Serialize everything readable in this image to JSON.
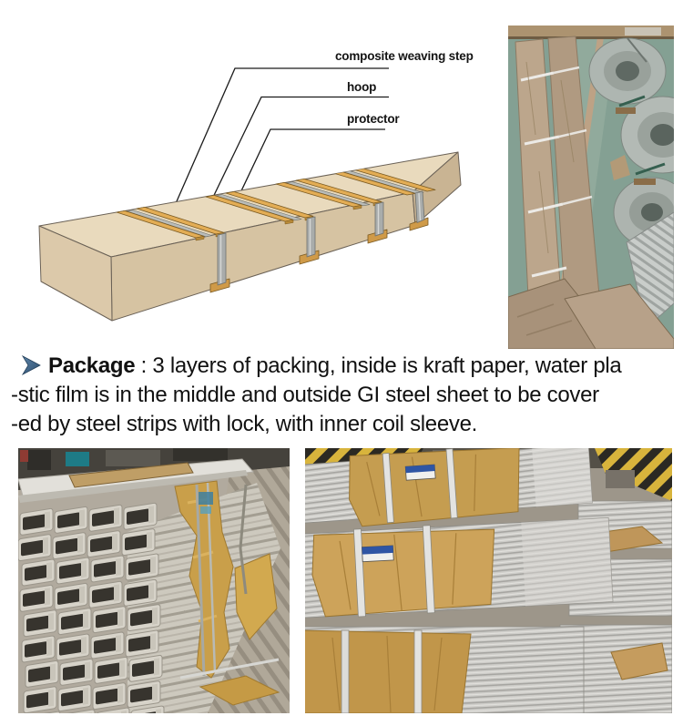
{
  "page": {
    "background": "#ffffff"
  },
  "diagram": {
    "name": "packaging-diagram",
    "callouts": [
      {
        "label": "composite weaving step"
      },
      {
        "label": "hoop"
      },
      {
        "label": "protector"
      }
    ],
    "colors": {
      "paper_top": "#e9dabd",
      "paper_front": "#d6c3a2",
      "paper_end": "#dcc9aa",
      "batten_wood": "#e3ad55",
      "steel_strap": "#a9acab",
      "outline": "#1a1a1a"
    }
  },
  "package_note": {
    "bullet_icon": "play-arrow",
    "bullet_color": "#3e6488",
    "label": "Package",
    "line1_rest": " : 3 layers of packing, inside is kraft paper, water pla",
    "line2": "-stic film is in the middle and outside GI steel sheet to be cover",
    "line3": "-ed by steel strips with lock, with inner coil sleeve."
  },
  "photos": [
    {
      "name": "photo-steel-coils-and-kraft-wrapped-bundles"
    },
    {
      "name": "photo-stacked-channel-steel-with-kraft-paper"
    },
    {
      "name": "photo-wrapped-steel-bar-bundles"
    }
  ]
}
